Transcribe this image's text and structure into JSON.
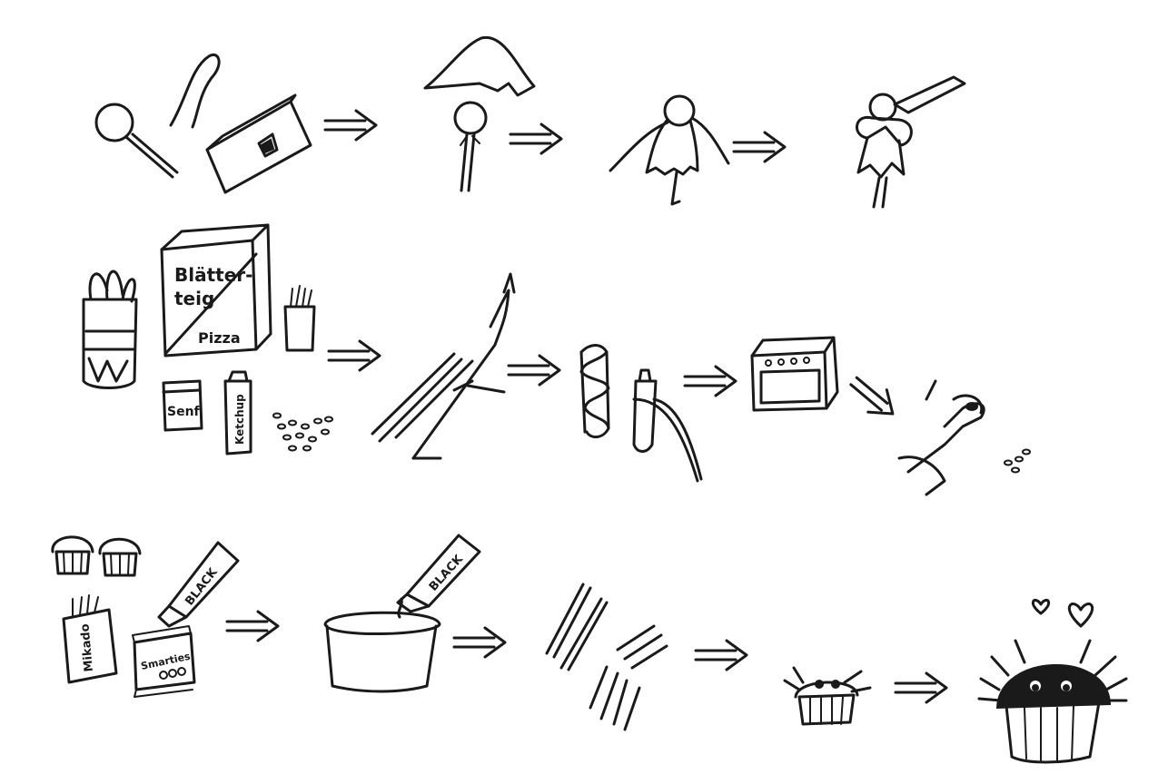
{
  "row2": {
    "box_text": [
      "Blätter-",
      "teig",
      "Pizza"
    ],
    "jar_label": "Senf",
    "tube_label": "Ketchup"
  },
  "row3": {
    "tube_label_1": "BLACK",
    "tube_label_2": "BLACK",
    "box_label": "Mikado",
    "candy_label": "Smarties"
  }
}
